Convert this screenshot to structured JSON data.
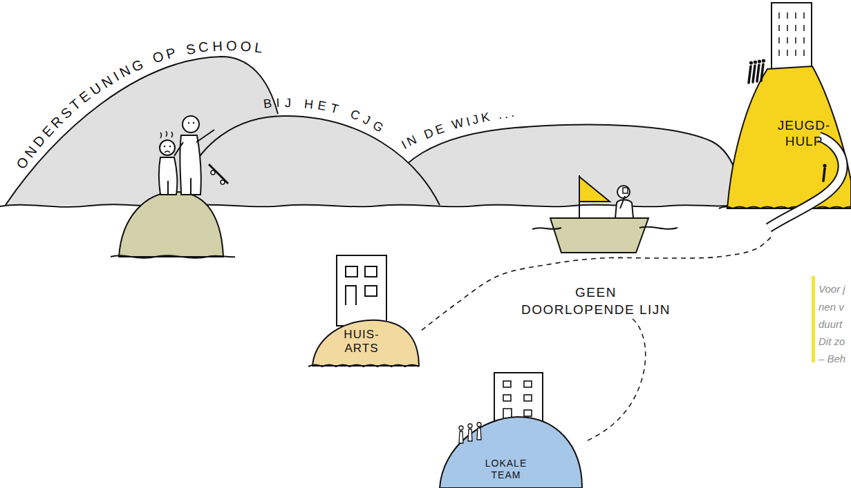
{
  "diagram": {
    "nodes": [
      {
        "text": [
          "ONDERSTEUNING OP SCHOOL"
        ]
      },
      {
        "text": [
          "BIJ HET CJG"
        ]
      },
      {
        "text": [
          "IN DE WIJK ..."
        ]
      },
      {
        "text": [
          "JEUGD- HULP"
        ]
      },
      {
        "text": [
          "HUIS- ARTS"
        ]
      },
      {
        "text": [
          "LOKALE TEAM"
        ]
      }
    ],
    "edges": [
      {
        "from": 4,
        "to": 3,
        "arrow": "none",
        "label": "GEEN DOORLOPENDE LIJN"
      }
    ],
    "labels": [
      "Voor j",
      "nen v",
      "duurt",
      "Dit zo",
      "– Beh"
    ]
  }
}
